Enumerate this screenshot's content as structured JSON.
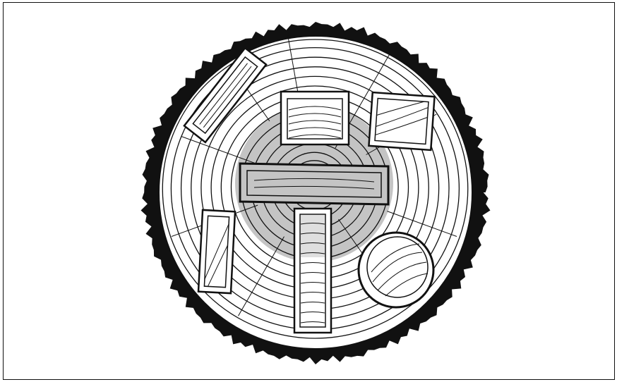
{
  "figure": {
    "subject": "log-cross-section-icon",
    "colors": {
      "ink": "#111111",
      "paper": "#ffffff",
      "heartwood": "#c4c4c4"
    },
    "cut_pieces": [
      {
        "name": "diagonal-plank-cut",
        "shape": "rectangle"
      },
      {
        "name": "top-center-square-cut",
        "shape": "rectangle"
      },
      {
        "name": "top-right-square-cut",
        "shape": "rectangle"
      },
      {
        "name": "center-horizontal-beam-cut",
        "shape": "rectangle"
      },
      {
        "name": "left-vertical-plank-cut",
        "shape": "rectangle"
      },
      {
        "name": "center-vertical-post-cut",
        "shape": "rectangle"
      },
      {
        "name": "round-pole-cut",
        "shape": "circle"
      }
    ]
  }
}
